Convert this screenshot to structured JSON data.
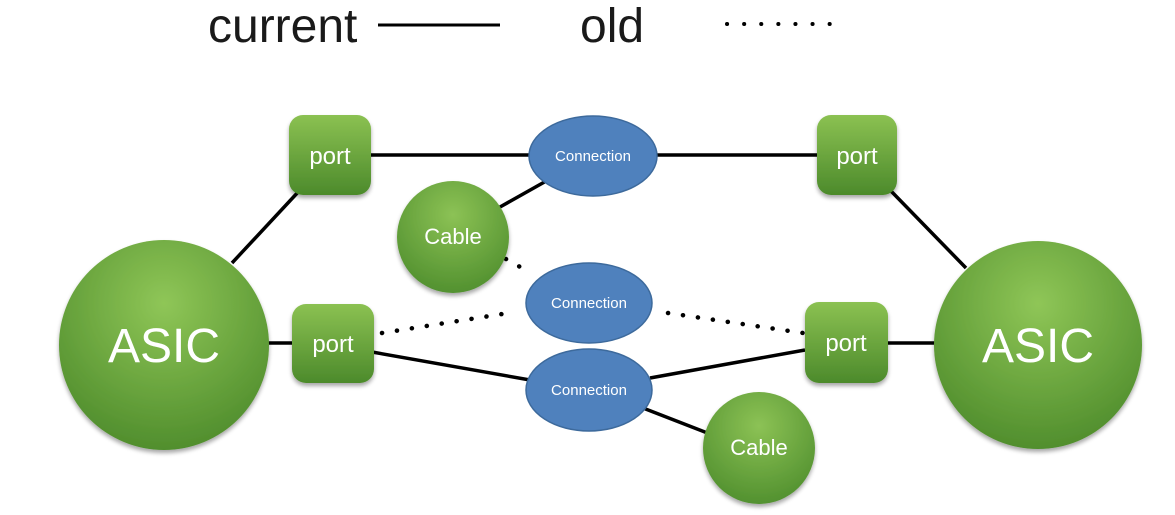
{
  "legend": {
    "current_label": "current",
    "old_label": "old"
  },
  "nodes": {
    "asic_left": "ASIC",
    "asic_right": "ASIC",
    "port_top_left": "port",
    "port_top_right": "port",
    "port_bottom_left": "port",
    "port_bottom_right": "port",
    "cable_top": "Cable",
    "cable_bottom": "Cable",
    "connection_top": "Connection",
    "connection_middle": "Connection",
    "connection_bottom": "Connection"
  },
  "colors": {
    "asic_gradient_top": "#8cc152",
    "asic_gradient_bottom": "#4a8a2a",
    "port_gradient_top": "#86bd4c",
    "port_gradient_bottom": "#4b8b2b",
    "connection_fill": "#4f81bd",
    "connection_stroke": "#3a6797",
    "line": "#000000",
    "label_text": "#ffffff"
  }
}
